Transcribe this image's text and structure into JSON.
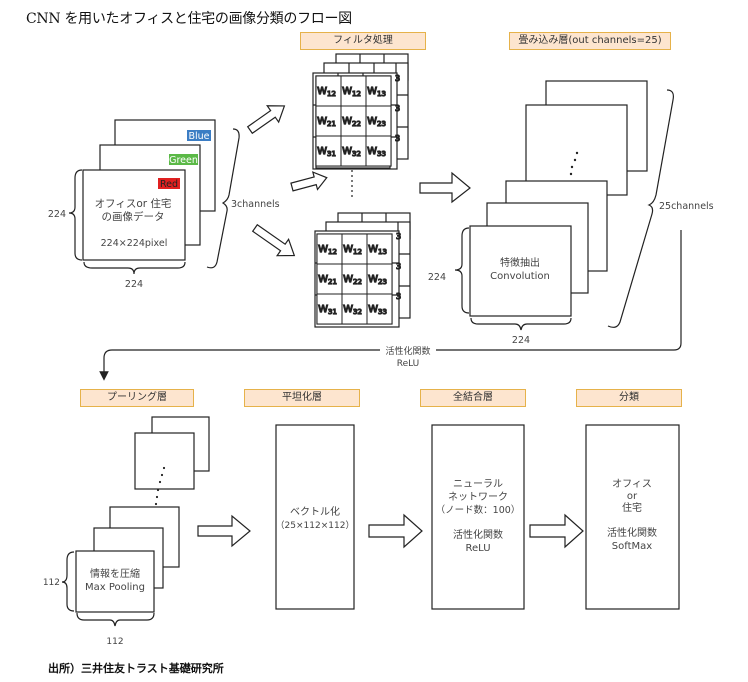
{
  "title": "CNN を用いたオフィスと住宅の画像分類のフロー図",
  "source": "出所）三井住友トラスト基礎研究所",
  "stage_labels": {
    "filter": "フィルタ処理",
    "conv": "畳み込み層(out channels=25)",
    "pooling": "プーリング層",
    "flatten": "平坦化層",
    "dense": "全結合層",
    "classify": "分類"
  },
  "input": {
    "channels": [
      "Blue",
      "Green",
      "Red"
    ],
    "channel_colors": {
      "Blue": "#3b7dc4",
      "Green": "#5bb947",
      "Red": "#e02020"
    },
    "line1": "オフィスor 住宅",
    "line2": "の画像データ",
    "size_text": "224×224pixel",
    "height": "224",
    "width": "224",
    "channel_count": "3channels"
  },
  "filter": {
    "cells": [
      [
        "W12",
        "W12",
        "W13"
      ],
      [
        "W21",
        "W22",
        "W23"
      ],
      [
        "W31",
        "W32",
        "W33"
      ]
    ],
    "back_digit": "3"
  },
  "conv": {
    "line1": "特徴抽出",
    "line2": "Convolution",
    "height": "224",
    "width": "224",
    "channel_count": "25channels"
  },
  "activation_connector": {
    "line1": "活性化関数",
    "line2": "ReLU"
  },
  "pooling": {
    "line1": "情報を圧縮",
    "line2": "Max Pooling",
    "height": "112",
    "width": "112"
  },
  "flatten": {
    "line1": "ベクトル化",
    "line2": "（25×112×112）"
  },
  "dense": {
    "line1": "ニューラル",
    "line2": "ネットワーク",
    "line3": "（ノード数：100）",
    "line4": "活性化関数",
    "line5": "ReLU"
  },
  "classify": {
    "line1": "オフィス",
    "line2": "or",
    "line3": "住宅",
    "line4": "活性化関数",
    "line5": "SoftMax"
  }
}
